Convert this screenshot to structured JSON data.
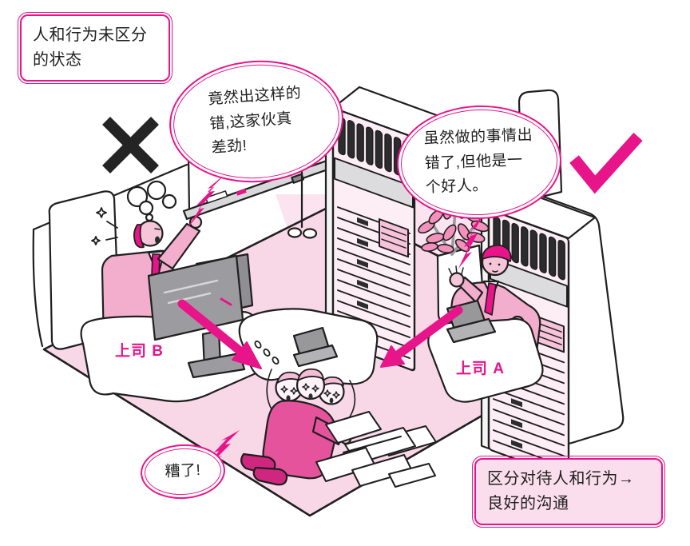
{
  "figure": {
    "left_note": {
      "lines": [
        "人和行为未区分",
        "的状态"
      ]
    },
    "right_note": {
      "lines": [
        "区分对待人和行为→",
        "良好的沟通"
      ]
    },
    "bubbles": {
      "boss_b": {
        "lines": [
          "竟然出这样的",
          "错,这家伙真",
          "差劲!"
        ]
      },
      "boss_a": {
        "lines": [
          "虽然做的事情出",
          "错了,但他是一",
          "个好人。"
        ]
      },
      "worker": {
        "lines": [
          "糟了!"
        ]
      }
    },
    "labels": {
      "boss_b": "上司 B",
      "boss_a": "上司 A"
    },
    "icons": {
      "wrong_mark": "x-cross-mark",
      "right_mark": "check-mark",
      "flash": "anger-flash",
      "arrow": "attention-arrow"
    },
    "colors": {
      "accent": "#e7148a",
      "floor_pink": "#f8d7e7",
      "wall_pink": "#fbe3ef",
      "suit_pink": "#f3aecd",
      "skin_pink": "#f6c6d8",
      "worker_pink": "#e5539c",
      "shoe_pink": "#cf2780",
      "device_gray": "#98989b",
      "ink": "#1f1f1f"
    }
  }
}
